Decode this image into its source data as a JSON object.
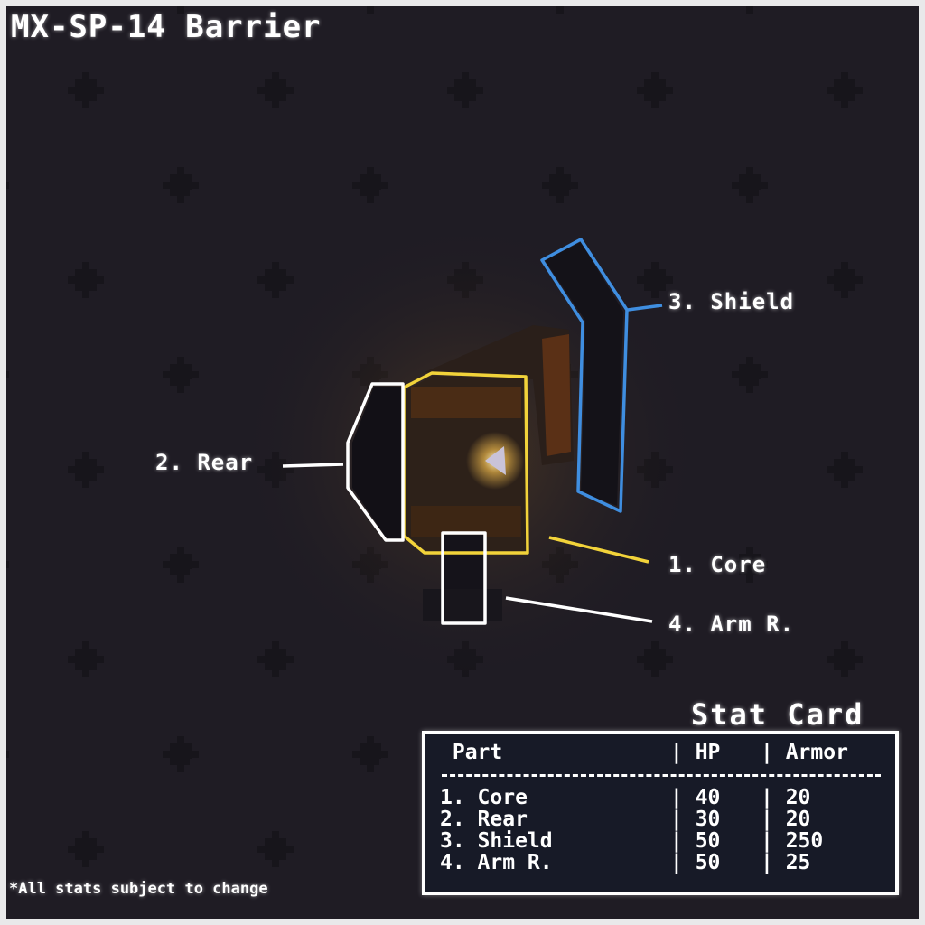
{
  "title": "MX-SP-14 Barrier",
  "callouts": [
    {
      "label": "1. Core",
      "color": "#f2d33a"
    },
    {
      "label": "2. Rear",
      "color": "#ffffff"
    },
    {
      "label": "3. Shield",
      "color": "#3f8ee0"
    },
    {
      "label": "4. Arm R.",
      "color": "#ffffff"
    }
  ],
  "stat_card": {
    "title": "Stat Card",
    "headers": [
      "Part",
      "HP",
      "Armor"
    ],
    "rows": [
      [
        "1. Core",
        "40",
        "20"
      ],
      [
        "2. Rear",
        "30",
        "20"
      ],
      [
        "3. Shield",
        "50",
        "250"
      ],
      [
        "4. Arm R.",
        "50",
        "25"
      ]
    ]
  },
  "footnote": "*All stats subject to change"
}
